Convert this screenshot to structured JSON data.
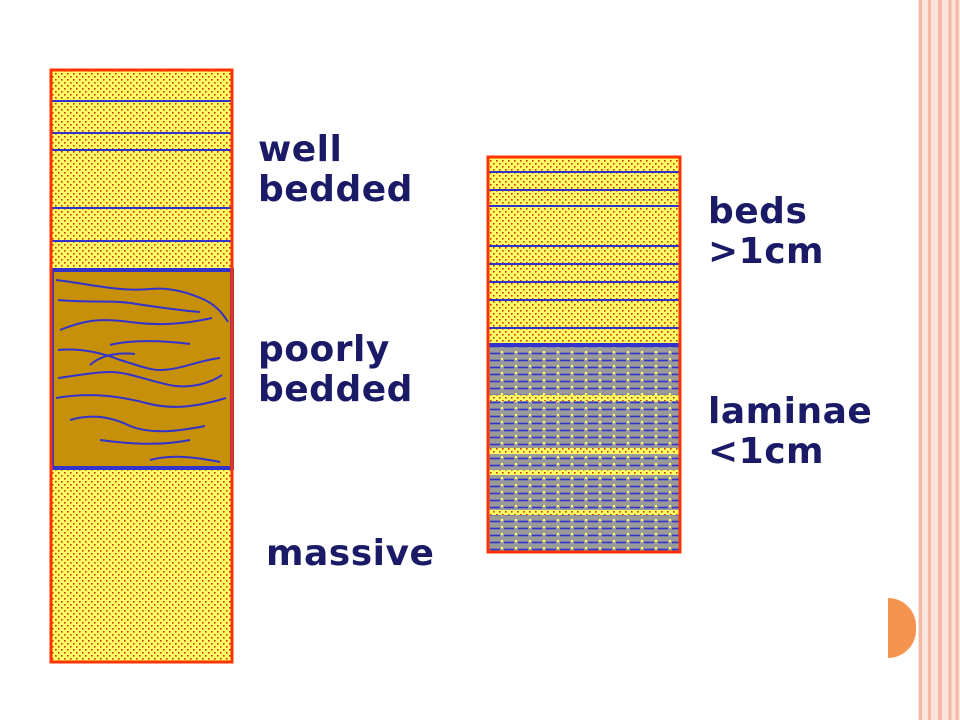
{
  "theme": {
    "frame_color": "#f4b8a6",
    "tab_color": "#f5944e",
    "sand_color": "#ffff66",
    "mud_color": "#c7900b",
    "border_color": "#ff3300",
    "line_color": "#3333cc",
    "dot_color": "#cc3300",
    "text_color": "#1a1a66"
  },
  "left_column": {
    "units": [
      {
        "id": "well-bedded",
        "lines": [
          "well",
          "bedded"
        ]
      },
      {
        "id": "poorly-bedded",
        "lines": [
          "poorly",
          "bedded"
        ]
      },
      {
        "id": "massive",
        "lines": [
          "massive"
        ]
      }
    ]
  },
  "right_column": {
    "units": [
      {
        "id": "beds",
        "lines": [
          "beds",
          ">1cm"
        ]
      },
      {
        "id": "laminae",
        "lines": [
          "laminae",
          "<1cm"
        ]
      }
    ]
  }
}
